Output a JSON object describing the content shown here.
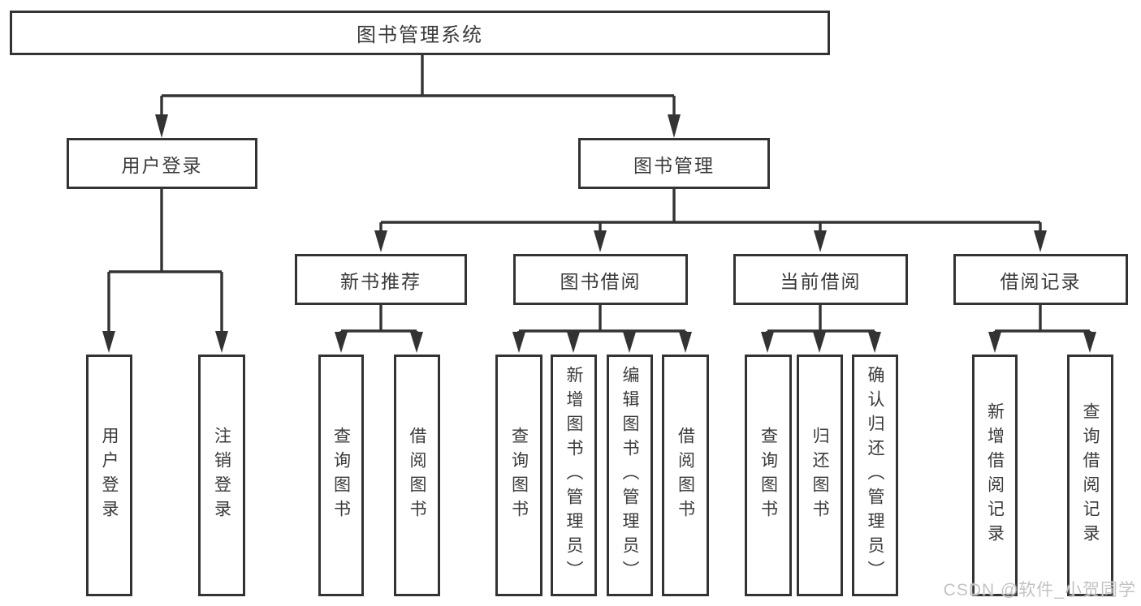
{
  "tree": {
    "root": "图书管理系统",
    "branches": [
      {
        "label": "用户登录",
        "children": [
          "用户登录",
          "注销登录"
        ]
      },
      {
        "label": "图书管理",
        "groups": [
          {
            "label": "新书推荐",
            "children": [
              "查询图书",
              "借阅图书"
            ]
          },
          {
            "label": "图书借阅",
            "children": [
              "查询图书",
              "新增图书（管理员）",
              "编辑图书（管理员）",
              "借阅图书"
            ]
          },
          {
            "label": "当前借阅",
            "children": [
              "查询图书",
              "归还图书",
              "确认归还（管理员）"
            ]
          },
          {
            "label": "借阅记录",
            "children": [
              "新增借阅记录",
              "查询借阅记录"
            ]
          }
        ]
      }
    ]
  },
  "colors": {
    "stroke": "#333333",
    "text": "#3a3a3a",
    "watermark": "#c3c3c3"
  },
  "watermark": "CSDN @软件_小贺同学"
}
